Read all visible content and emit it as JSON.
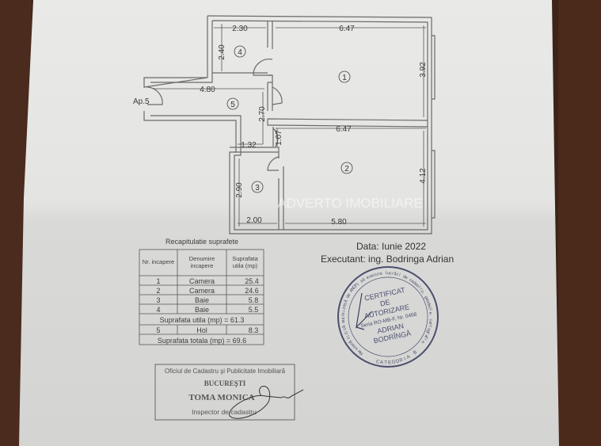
{
  "floor_plan": {
    "entrance_label": "Ap.5",
    "rooms": [
      "1",
      "2",
      "3",
      "4",
      "5"
    ],
    "dimensions": {
      "room4_width": "2.30",
      "room1_width_top": "6.47",
      "room4_height": "2.40",
      "room1_height": "3.92",
      "hall_length": "4.80",
      "hall_height": "2.70",
      "room2_width_top": "6.47",
      "door_gap": "1.07",
      "hall_width": "1.32",
      "room2_height": "4.12",
      "room3_height": "2.90",
      "room3_width": "2.00",
      "room2_width_bottom": "5.80"
    },
    "watermark": "ADVERTO IMOBILIARE"
  },
  "summary_table": {
    "title": "Recapitulatie suprafete",
    "headers": [
      "Nr. incapere",
      "Denumire incapere",
      "Suprafata utila (mp)"
    ],
    "rows": [
      {
        "nr": "1",
        "name": "Camera",
        "area": "25.4"
      },
      {
        "nr": "2",
        "name": "Camera",
        "area": "24.6"
      },
      {
        "nr": "3",
        "name": "Baie",
        "area": "5.8"
      },
      {
        "nr": "4",
        "name": "Baie",
        "area": "5.5"
      }
    ],
    "useful_total": "Suprafata utila (mp) = 61.3",
    "extra_row": {
      "nr": "5",
      "name": "Hol",
      "area": "8.3"
    },
    "grand_total": "Suprafata totala (mp) = 69.6"
  },
  "info": {
    "date": "Data: Iunie 2022",
    "executant": "Executant: ing. Bodringa  Adrian"
  },
  "certificate_stamp": {
    "ring_text": "Persoană fizică autorizată de ANCPI să execute lucrări de cadastru, geodezie, cartografie",
    "ring_bottom": "CATEGORIA B",
    "lines": [
      "CERTIFICAT",
      "DE",
      "AUTORIZARE",
      "Seria RO-MB-F, Nr. 0468",
      "ADRIAN",
      "BODRÎNGĂ"
    ],
    "color": "#4a4f6e"
  },
  "office_stamp": {
    "lines": [
      "Oficiul de Cadastru şi Publicitate Imobiliară",
      "BUCUREŞTI",
      "TOMA MONICA",
      "Inspector de cadastru"
    ]
  }
}
